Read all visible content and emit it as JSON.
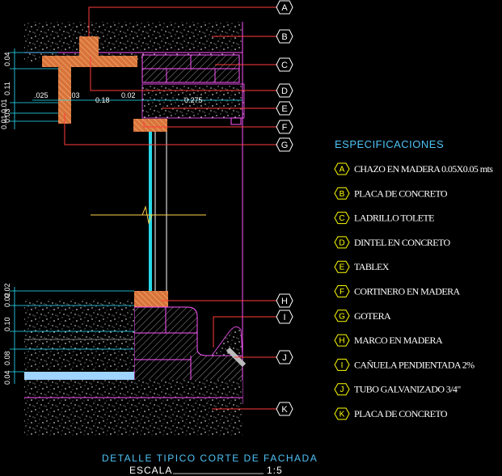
{
  "specs": {
    "title": "ESPECIFICACIONES",
    "items": [
      {
        "letter": "A",
        "text": "CHAZO EN MADERA 0.05X0.05 mts"
      },
      {
        "letter": "B",
        "text": "PLACA DE CONCRETO"
      },
      {
        "letter": "C",
        "text": "LADRILLO TOLETE"
      },
      {
        "letter": "D",
        "text": "DINTEL EN CONCRETO"
      },
      {
        "letter": "E",
        "text": "TABLEX"
      },
      {
        "letter": "F",
        "text": "CORTINERO EN MADERA"
      },
      {
        "letter": "G",
        "text": "GOTERA"
      },
      {
        "letter": "H",
        "text": "MARCO EN MADERA"
      },
      {
        "letter": "I",
        "text": "CAÑUELA PENDIENTADA 2%"
      },
      {
        "letter": "J",
        "text": "TUBO GALVANIZADO 3/4\""
      },
      {
        "letter": "K",
        "text": "PLACA DE CONCRETO"
      }
    ]
  },
  "callouts": [
    "A",
    "B",
    "C",
    "D",
    "E",
    "F",
    "G",
    "H",
    "I",
    "J",
    "K"
  ],
  "dimensions": {
    "vertical_top": [
      "0.04",
      "0.11",
      "0.01",
      "0.03",
      "0.01"
    ],
    "horizontal": [
      ".025",
      ".03",
      "0.18",
      "0.02",
      "0.275"
    ],
    "vertical_bottom": [
      "0.02",
      "0.02",
      "0.10",
      "0.08",
      "0.04"
    ]
  },
  "caption": {
    "title": "DETALLE  TIPICO  CORTE  DE  FACHADA",
    "scale_label": "ESCALA",
    "scale_value": "1:5"
  },
  "colors": {
    "background": "#000000",
    "callout_line": "#ff3b3b",
    "tag_outline": "#ffff00",
    "concrete_dots": "#ffffff",
    "wood": "#e08a4a",
    "brick_lines": "#ff55ff",
    "glass": "#27d8e8",
    "water": "#9fd4ff",
    "title": "#4fc3f7"
  }
}
